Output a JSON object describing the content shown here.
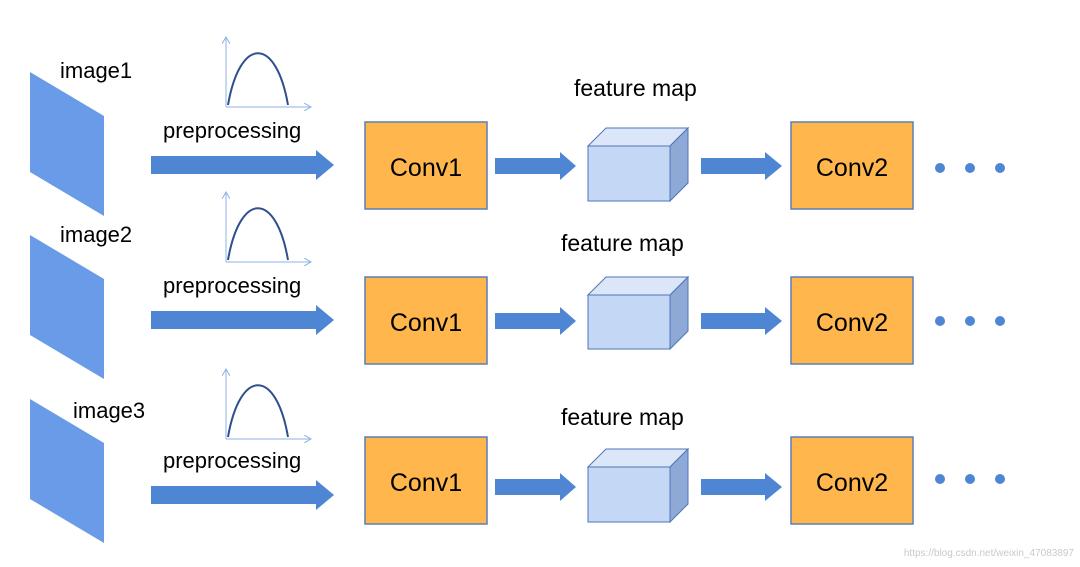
{
  "rows": [
    {
      "image_label": "image1",
      "preprocessing_label": "preprocessing",
      "feature_map_label": "feature map",
      "conv1_label": "Conv1",
      "conv2_label": "Conv2"
    },
    {
      "image_label": "image2",
      "preprocessing_label": "preprocessing",
      "feature_map_label": "feature map",
      "conv1_label": "Conv1",
      "conv2_label": "Conv2"
    },
    {
      "image_label": "image3",
      "preprocessing_label": "preprocessing",
      "feature_map_label": "feature map",
      "conv1_label": "Conv1",
      "conv2_label": "Conv2"
    }
  ],
  "watermark": "https://blog.csdn.net/weixin_47083897",
  "colors": {
    "image_plane": "#6a9be8",
    "arrow_fill": "#4f86d4",
    "conv_fill": "#ffb74d",
    "conv_stroke": "#5b7fb8",
    "cube_front": "#c4d7f4",
    "cube_top": "#dbe7f8",
    "cube_side": "#8ea9d6",
    "curve": "#2f4f8f",
    "dots": "#4f86d4"
  }
}
